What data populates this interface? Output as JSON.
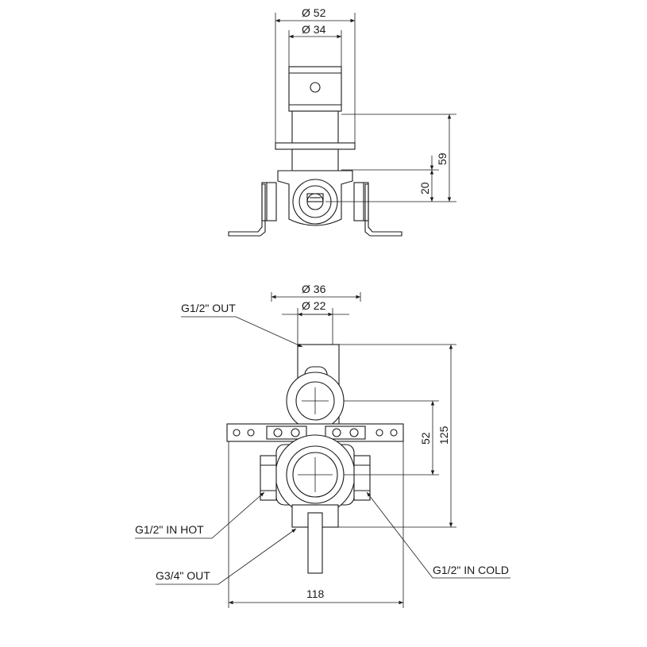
{
  "top_view": {
    "dim_outer_diameter": "Ø 52",
    "dim_inner_diameter": "Ø 34",
    "dim_height_59": "59",
    "dim_height_20": "20"
  },
  "front_view": {
    "dim_outer_diameter": "Ø 36",
    "dim_inner_diameter": "Ø 22",
    "dim_52": "52",
    "dim_125": "125",
    "dim_width_118": "118",
    "label_out_top": "G1/2\" OUT",
    "label_in_hot": "G1/2\" IN HOT",
    "label_out_bottom": "G3/4\" OUT",
    "label_in_cold": "G1/2\" IN COLD"
  }
}
